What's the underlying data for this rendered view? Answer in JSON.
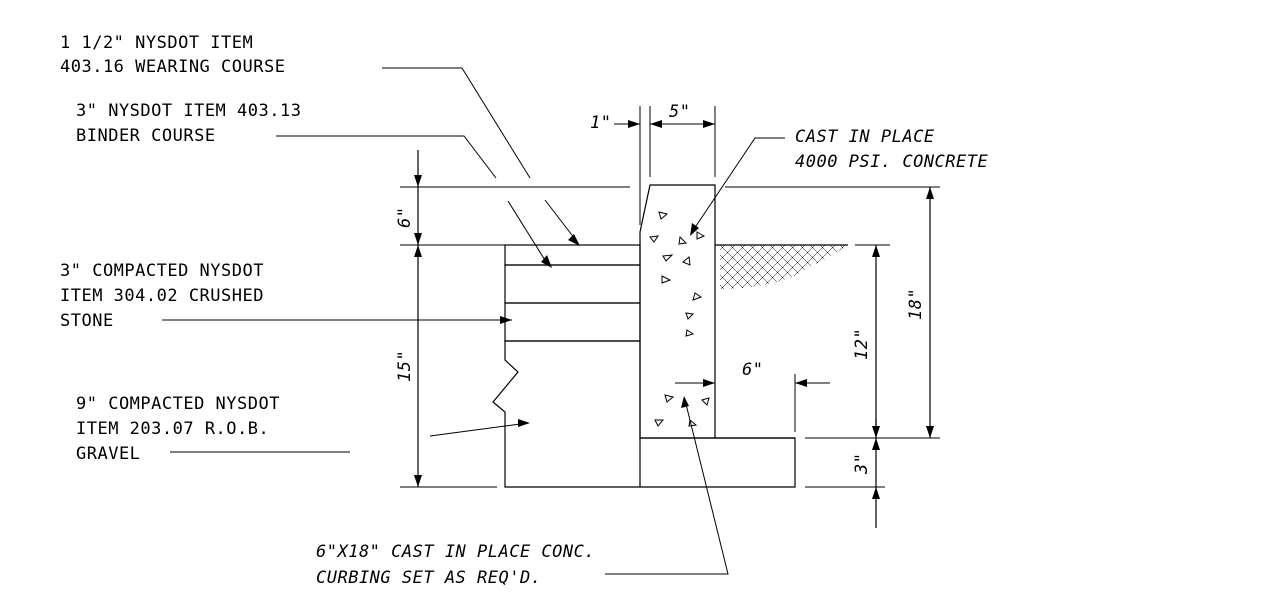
{
  "labels": {
    "wearing_course": [
      "1 1/2\" NYSDOT ITEM",
      "403.16 WEARING COURSE"
    ],
    "binder_course": [
      "3\" NYSDOT ITEM 403.13",
      "BINDER COURSE"
    ],
    "crushed_stone": [
      "3\" COMPACTED NYSDOT",
      "ITEM 304.02 CRUSHED",
      "STONE"
    ],
    "gravel": [
      "9\" COMPACTED NYSDOT",
      "ITEM 203.07 R.O.B.",
      "GRAVEL"
    ],
    "concrete": [
      "CAST IN PLACE",
      "4000 PSI. CONCRETE"
    ],
    "curbing": [
      "6\"X18\" CAST IN PLACE CONC.",
      "CURBING SET AS REQ'D."
    ]
  },
  "dimensions": {
    "offset": "1\"",
    "curb_width": "5\"",
    "reveal": "6\"",
    "base_total": "15\"",
    "embed": "12\"",
    "curb_height": "18\"",
    "toe_width": "6\"",
    "toe_thickness": "3\""
  }
}
